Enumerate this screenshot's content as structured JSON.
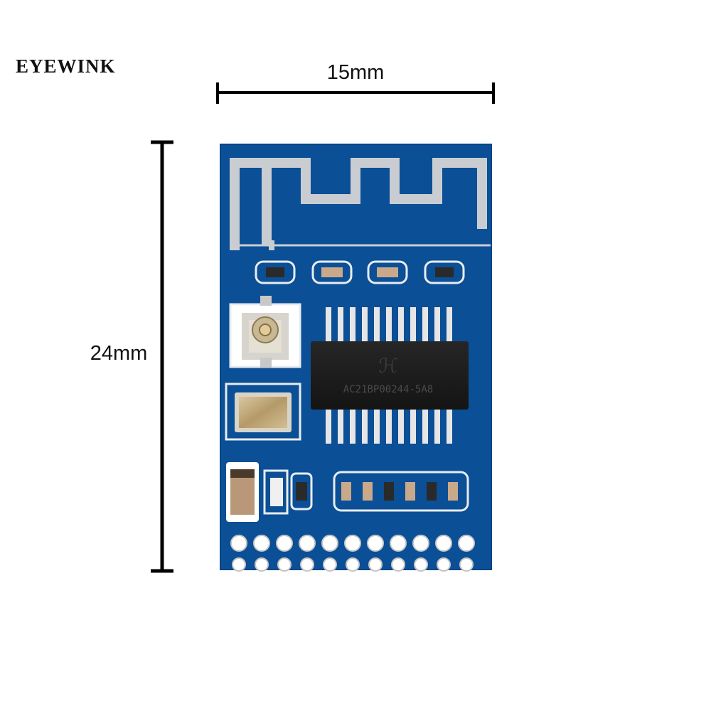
{
  "brand": {
    "text": "EYEWINK"
  },
  "dimensions": {
    "width_label": "15mm",
    "height_label": "24mm"
  },
  "board": {
    "pcb_color": "#0b4f96",
    "chip_marking": "AC21BP00244-5A8",
    "pin_count_per_row": 11
  }
}
